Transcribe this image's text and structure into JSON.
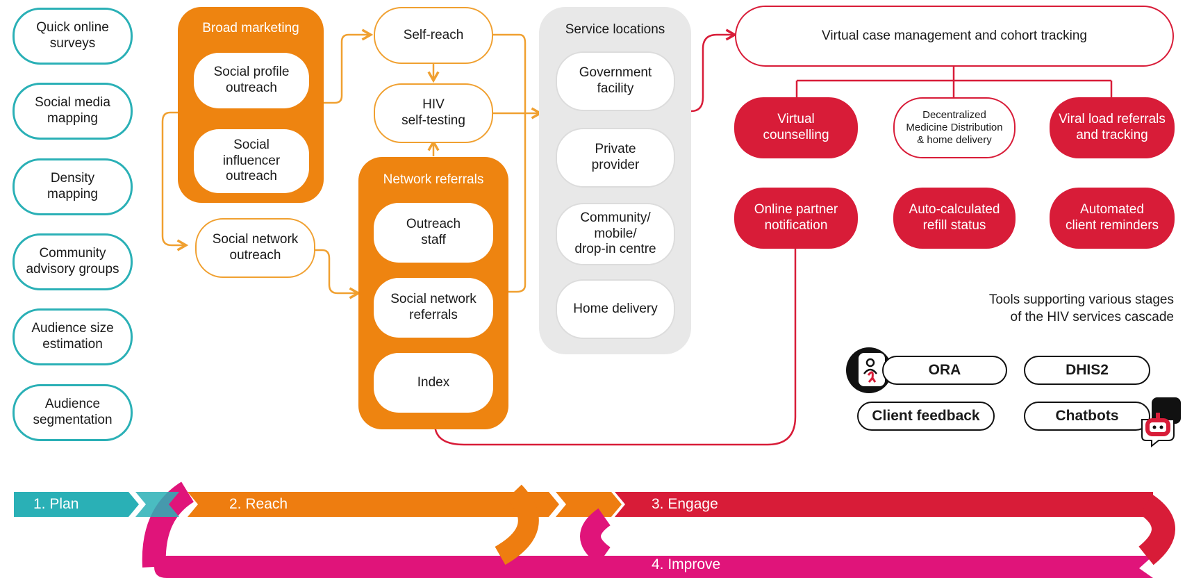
{
  "plan_items": [
    "Quick online\nsurveys",
    "Social media\nmapping",
    "Density\nmapping",
    "Community\nadvisory groups",
    "Audience size\nestimation",
    "Audience\nsegmentation"
  ],
  "broad_marketing": {
    "title": "Broad marketing",
    "items": [
      "Social profile\noutreach",
      "Social\ninfluencer\noutreach"
    ]
  },
  "social_network_outreach": "Social network\noutreach",
  "self_reach": "Self-reach",
  "hiv_self_testing": "HIV\nself-testing",
  "network_referrals": {
    "title": "Network referrals",
    "items": [
      "Outreach\nstaff",
      "Social network\nreferrals",
      "Index"
    ]
  },
  "service_locations": {
    "title": "Service locations",
    "items": [
      "Government\nfacility",
      "Private\nprovider",
      "Community/\nmobile/\ndrop-in centre",
      "Home delivery"
    ]
  },
  "virtual_case": "Virtual case management and cohort tracking",
  "engage_row1": [
    "Virtual\ncounselling",
    "Decentralized\nMedicine Distribution\n& home delivery",
    "Viral load referrals\nand tracking"
  ],
  "engage_row2": [
    "Online partner\nnotification",
    "Auto-calculated\nrefill status",
    "Automated\nclient reminders"
  ],
  "tools_caption": "Tools supporting various stages\nof the HIV services cascade",
  "tools": {
    "ora": "ORA",
    "dhis2": "DHIS2",
    "client_feedback": "Client feedback",
    "chatbots": "Chatbots"
  },
  "cascade": {
    "plan": "1. Plan",
    "reach": "2. Reach",
    "engage": "3. Engage",
    "improve": "4. Improve"
  },
  "colors": {
    "teal": "#2ab0b6",
    "orange": "#ee8410",
    "red": "#d81c38",
    "magenta": "#e0147a",
    "grey": "#e8e8e8"
  },
  "icons": [
    "ora-person-ribbon-icon",
    "chatbot-robot-icon"
  ]
}
